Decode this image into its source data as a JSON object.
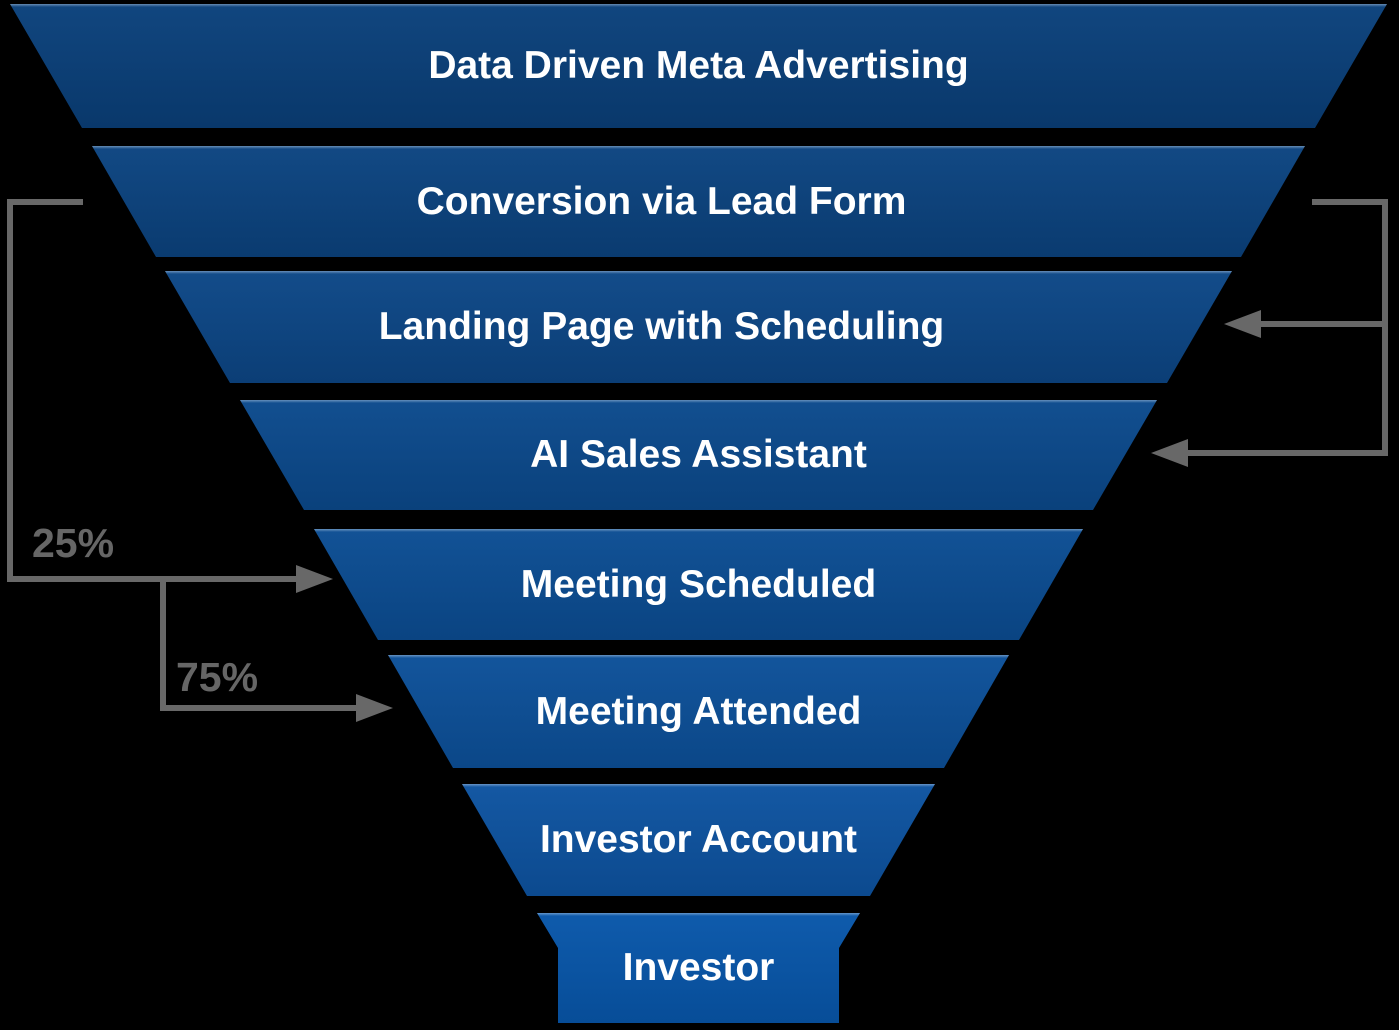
{
  "background_color": "#000000",
  "funnel": {
    "stages": [
      {
        "label": "Data Driven Meta Advertising",
        "fill_top": "#11467f",
        "fill_bottom": "#09386b"
      },
      {
        "label": "Conversion via Lead Form",
        "fill_top": "#124984",
        "fill_bottom": "#0a3b70"
      },
      {
        "label": "Landing Page with Scheduling",
        "fill_top": "#134c8a",
        "fill_bottom": "#0b3e76"
      },
      {
        "label": "AI Sales Assistant",
        "fill_top": "#124f90",
        "fill_bottom": "#0a417c"
      },
      {
        "label": "Meeting Scheduled",
        "fill_top": "#125296",
        "fill_bottom": "#0a4482"
      },
      {
        "label": "Meeting Attended",
        "fill_top": "#13559c",
        "fill_bottom": "#0b4788"
      },
      {
        "label": "Investor Account",
        "fill_top": "#1458a3",
        "fill_bottom": "#0c4a8f"
      },
      {
        "label": "Investor",
        "fill_top": "#0f5bac",
        "fill_bottom": "#074d98"
      }
    ],
    "text_color": "#ffffff"
  },
  "annotations": {
    "line_color": "#686868",
    "label_color": "#666666",
    "left_branches": [
      {
        "percent": "25%",
        "target": "Meeting Scheduled"
      },
      {
        "percent": "75%",
        "target": "Meeting Attended"
      }
    ],
    "right_loops": [
      {
        "target": "Landing Page with Scheduling"
      },
      {
        "target": "AI Sales Assistant"
      }
    ]
  }
}
